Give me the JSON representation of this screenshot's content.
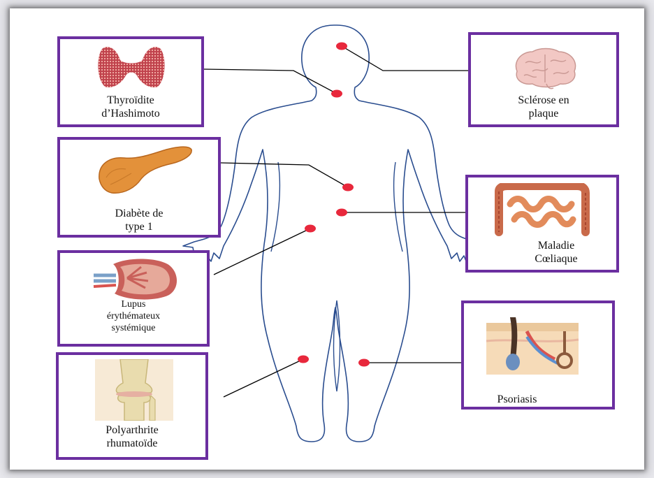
{
  "diseases": [
    {
      "id": "thyroid",
      "label_lines": [
        "Thyroïdite",
        "d’Hashimoto"
      ],
      "organ": "thyroid-gland"
    },
    {
      "id": "sclerose",
      "label_lines": [
        "Sclérose en",
        "plaque"
      ],
      "organ": "brain"
    },
    {
      "id": "diabete",
      "label_lines": [
        "Diabète de",
        "type 1"
      ],
      "organ": "pancreas"
    },
    {
      "id": "coeliaque",
      "label_lines": [
        "Maladie",
        "Cœliaque"
      ],
      "organ": "intestine"
    },
    {
      "id": "lupus",
      "label_lines": [
        "Lupus",
        "érythémateux",
        "systémique"
      ],
      "organ": "kidney"
    },
    {
      "id": "psoriasis",
      "label_lines": [
        "Psoriasis"
      ],
      "organ": "skin"
    },
    {
      "id": "polyarthrite",
      "label_lines": [
        "Polyarthrite",
        "rhumatoïde"
      ],
      "organ": "knee-joint"
    }
  ],
  "colors": {
    "box_border": "#6b2fa0",
    "marker": "#e8283c",
    "body_outline": "#2a4d8f",
    "leader_line": "#000000"
  }
}
